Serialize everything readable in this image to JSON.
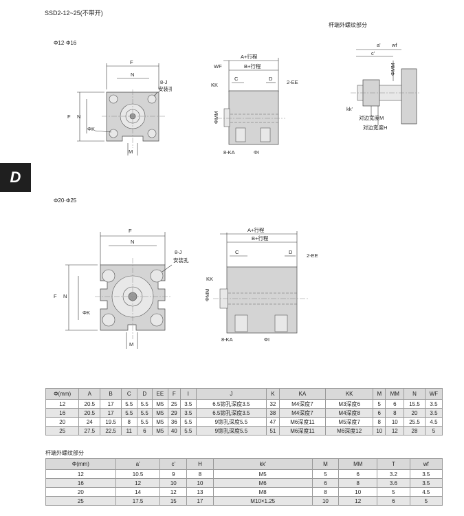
{
  "page": {
    "title": "SSD2-12~25(不带开)",
    "section_label": "D",
    "thread_title": "杆端外螺纹部分",
    "size_small": "Φ12·Φ16",
    "size_large": "Φ20·Φ25"
  },
  "drawing_labels": {
    "F": "F",
    "N": "N",
    "M": "M",
    "K": "ΦK",
    "J": "8-J",
    "install": "安装孔",
    "A": "A+行程",
    "B": "B+行程",
    "WF": "WF",
    "C": "C",
    "D": "D",
    "EE": "2-EE",
    "KK": "KK",
    "MM": "ΦMM",
    "KA": "8-KA",
    "I": "ΦI",
    "a1": "a'",
    "c1": "c'",
    "wf": "wf",
    "kk1": "kk'",
    "widthM": "对边宽度M",
    "widthH": "对边宽度H",
    "phiMM": "ΦMM"
  },
  "table1": {
    "headers": [
      "Φ(mm)",
      "A",
      "B",
      "C",
      "D",
      "EE",
      "F",
      "I",
      "J",
      "K",
      "KA",
      "KK",
      "M",
      "MM",
      "N",
      "WF"
    ],
    "rows": [
      [
        "12",
        "20.5",
        "17",
        "5.5",
        "5.5",
        "M5",
        "25",
        "3.5",
        "6.5锪孔深度3.5",
        "32",
        "M4深度7",
        "M3深度6",
        "5",
        "6",
        "15.5",
        "3.5"
      ],
      [
        "16",
        "20.5",
        "17",
        "5.5",
        "5.5",
        "M5",
        "29",
        "3.5",
        "6.5锪孔深度3.5",
        "38",
        "M4深度7",
        "M4深度8",
        "6",
        "8",
        "20",
        "3.5"
      ],
      [
        "20",
        "24",
        "19.5",
        "8",
        "5.5",
        "M5",
        "36",
        "5.5",
        "9锪孔深度5.5",
        "47",
        "M6深度11",
        "M5深度7",
        "8",
        "10",
        "25.5",
        "4.5"
      ],
      [
        "25",
        "27.5",
        "22.5",
        "11",
        "6",
        "M5",
        "40",
        "5.5",
        "9锪孔深度5.5",
        "51",
        "M6深度11",
        "M6深度12",
        "10",
        "12",
        "28",
        "5"
      ]
    ]
  },
  "table2": {
    "caption": "杆端外螺纹部分",
    "headers": [
      "Φ(mm)",
      "a'",
      "c'",
      "H",
      "kk'",
      "M",
      "MM",
      "T",
      "wf"
    ],
    "rows": [
      [
        "12",
        "10.5",
        "9",
        "8",
        "M5",
        "5",
        "6",
        "3.2",
        "3.5"
      ],
      [
        "16",
        "12",
        "10",
        "10",
        "M6",
        "6",
        "8",
        "3.6",
        "3.5"
      ],
      [
        "20",
        "14",
        "12",
        "13",
        "M8",
        "8",
        "10",
        "5",
        "4.5"
      ],
      [
        "25",
        "17.5",
        "15",
        "17",
        "M10×1.25",
        "10",
        "12",
        "6",
        "5"
      ]
    ]
  }
}
